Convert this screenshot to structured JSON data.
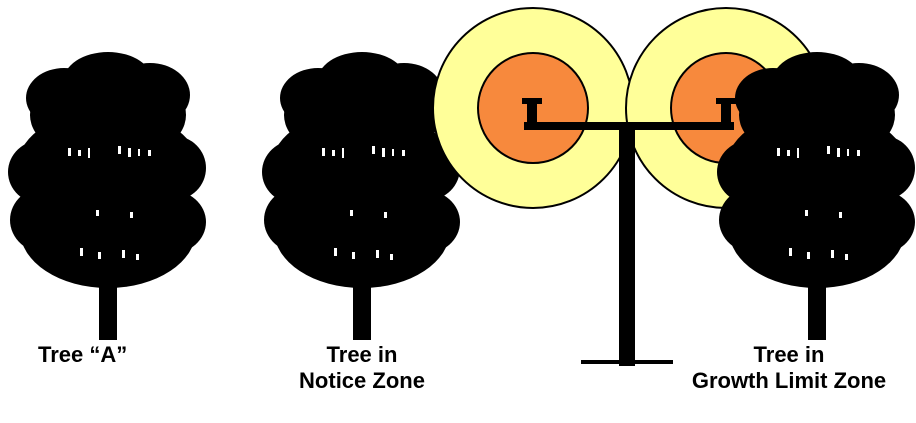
{
  "labels": {
    "tree_a": "Tree “A”",
    "tree_notice_line1": "Tree in",
    "tree_notice_line2": "Notice Zone",
    "tree_growth_line1": "Tree in",
    "tree_growth_line2": "Growth Limit Zone"
  },
  "colors": {
    "background": "#ffffff",
    "tree": "#000000",
    "notice_zone": "#ffff99",
    "growth_limit_zone": "#f7893d",
    "pole": "#000000"
  },
  "icons": {
    "tree": "tree-silhouette-icon",
    "pole": "utility-pole-icon"
  }
}
